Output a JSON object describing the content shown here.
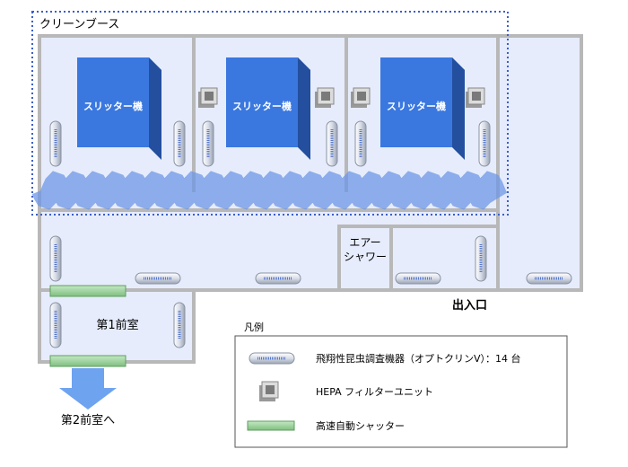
{
  "booth_label": "クリーンブース",
  "machine_label": "スリッター機",
  "air_shower_line1": "エアー",
  "air_shower_line2": "シャワー",
  "exit_label": "出入口",
  "anteroom_label": "第1前室",
  "second_anteroom_label": "第2前室へ",
  "legend": {
    "title": "凡例",
    "items": [
      {
        "icon": "insect-trap-icon",
        "text": "飛翔性昆虫調査機器（オプトクリンV）：14 台"
      },
      {
        "icon": "hepa-filter-icon",
        "text": "HEPA フィルターユニット"
      },
      {
        "icon": "shutter-icon",
        "text": "高速自動シャッター"
      }
    ]
  },
  "colors": {
    "wall": "#b8b8b8",
    "floor": "#e6ecfb",
    "machine_front": "#3a78e0",
    "machine_top": "#6fa0ee",
    "machine_side": "#234f9e",
    "airflow": "#6e97e6",
    "shutter": "#9bd39b",
    "booth_border": "#3b5fc9",
    "arrow": "#6ea3f0"
  }
}
